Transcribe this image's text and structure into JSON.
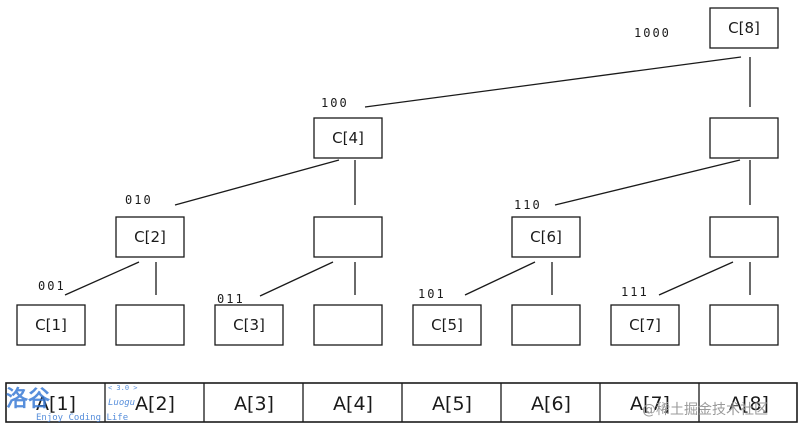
{
  "tree": {
    "nodes": [
      {
        "id": "c8",
        "label": "C[8]"
      },
      {
        "id": "c4",
        "label": "C[4]"
      },
      {
        "id": "e8b",
        "label": ""
      },
      {
        "id": "c2",
        "label": "C[2]"
      },
      {
        "id": "e4b",
        "label": ""
      },
      {
        "id": "c6",
        "label": "C[6]"
      },
      {
        "id": "e8c",
        "label": ""
      },
      {
        "id": "c1",
        "label": "C[1]"
      },
      {
        "id": "e2b",
        "label": ""
      },
      {
        "id": "c3",
        "label": "C[3]"
      },
      {
        "id": "e4c",
        "label": ""
      },
      {
        "id": "c5",
        "label": "C[5]"
      },
      {
        "id": "e6b",
        "label": ""
      },
      {
        "id": "c7",
        "label": "C[7]"
      },
      {
        "id": "e8d",
        "label": ""
      }
    ],
    "binary_labels": [
      "1000",
      "100",
      "010",
      "110",
      "001",
      "011",
      "101",
      "111"
    ]
  },
  "array": {
    "cells": [
      "A[1]",
      "A[2]",
      "A[3]",
      "A[4]",
      "A[5]",
      "A[6]",
      "A[7]",
      "A[8]"
    ]
  },
  "watermark": {
    "logo": "洛谷",
    "brand": "Luogu",
    "version": "< 3.0 >",
    "tagline": "Enjoy Coding Life",
    "credit": "@稀土掘金技术社区"
  }
}
